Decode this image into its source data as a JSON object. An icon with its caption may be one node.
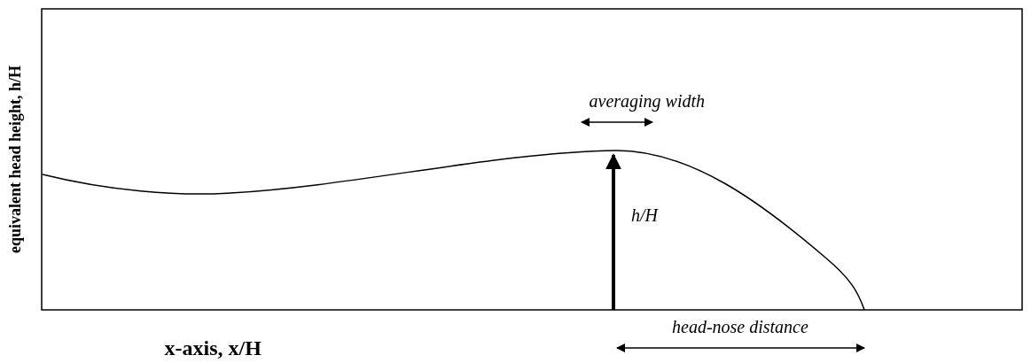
{
  "diagram": {
    "labels": [
      "equivalent head height, h/H",
      "averaging width",
      "h/H",
      "head-nose distance",
      "x-axis, x/H"
    ]
  }
}
